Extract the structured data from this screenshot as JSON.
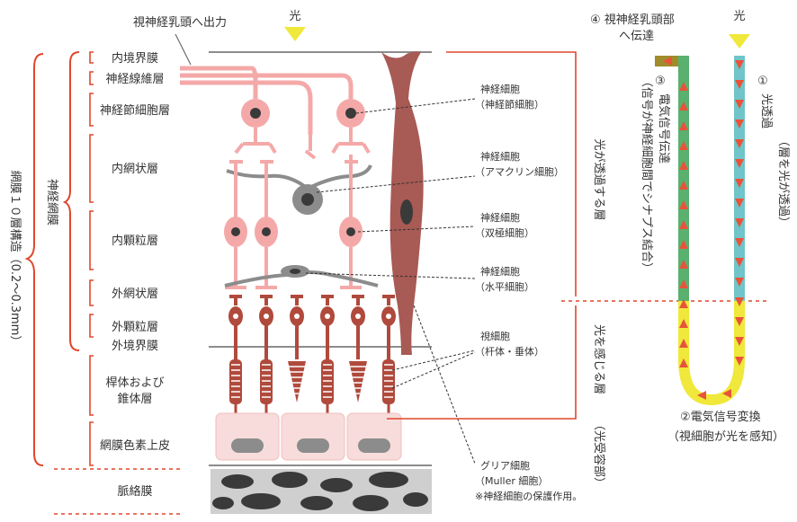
{
  "header": {
    "output_label": "視神経乳頭へ出力",
    "light_label": "光",
    "light_label_right": "光"
  },
  "layers": [
    "内境界膜",
    "神経線維層",
    "神経節細胞層",
    "内網状層",
    "内顆粒層",
    "外網状層",
    "外顆粒層",
    "外境界膜",
    "桿体および",
    "錐体層",
    "網膜色素上皮",
    "脈絡膜"
  ],
  "left_brackets": {
    "retina_10": "網膜１０層構造（0.2～0.3mm）",
    "neural_retina": "神経網膜"
  },
  "cells": {
    "ganglion": [
      "神経細胞",
      "（神経節細胞）"
    ],
    "amacrine": [
      "神経細胞",
      "（アマクリン細胞）"
    ],
    "bipolar": [
      "神経細胞",
      "（双極細胞）"
    ],
    "horizontal": [
      "神経細胞",
      "（水平細胞）"
    ],
    "photoreceptor": [
      "視細胞",
      "（杆体・垂体）"
    ],
    "glia": [
      "グリア細胞",
      "（Muller 細胞）",
      "※神経細胞の保護作用。"
    ]
  },
  "right_brackets": {
    "transmit": "光が透過する層",
    "sense": "光を感じる層",
    "sense_sub": "（光受容部）"
  },
  "flow": {
    "step1_num": "①",
    "step1": "光透過",
    "step1_sub": "（層を光が透過）",
    "step2": "②電気信号変換",
    "step2_sub": "（視細胞が光を感知）",
    "step3_num": "③",
    "step3": "電気信号伝達",
    "step3_sub": "（信号が神経細胞間でシナプス結合）",
    "step4_line1": "④ 視神経乳頭部",
    "step4_line2": "へ伝達"
  },
  "colors": {
    "red": "#e0472c",
    "pink": "#f4a9a8",
    "pink_nucleus": "#3a3a3a",
    "photoreceptor": "#b04a3c",
    "amacrine": "#8c8c8c",
    "glia": "#a85a55",
    "yellow": "#f0e83a",
    "teal": "#6fc5c9",
    "green": "#5ab06f",
    "olive": "#a08c2a",
    "arrow": "#e8533a",
    "rpe": "#f8dcdc",
    "choroid": "#cfcfcf"
  }
}
